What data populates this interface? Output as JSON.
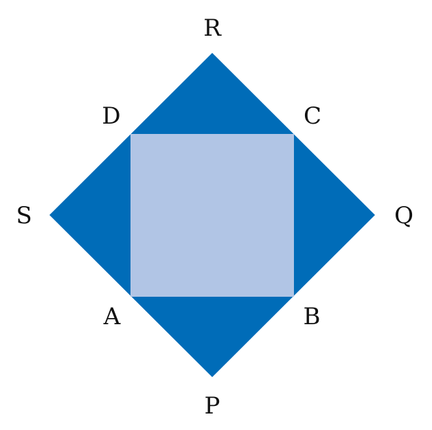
{
  "colors": {
    "outer_square": "#006cb8",
    "inner_square": "#b1c5e5",
    "label_text": "#111111",
    "background": "#ffffff"
  },
  "outer_square": {
    "vertices": [
      "P",
      "Q",
      "R",
      "S"
    ]
  },
  "inner_square": {
    "vertices": [
      "A",
      "B",
      "C",
      "D"
    ]
  },
  "labels": {
    "P": "P",
    "Q": "Q",
    "R": "R",
    "S": "S",
    "A": "A",
    "B": "B",
    "C": "C",
    "D": "D"
  }
}
